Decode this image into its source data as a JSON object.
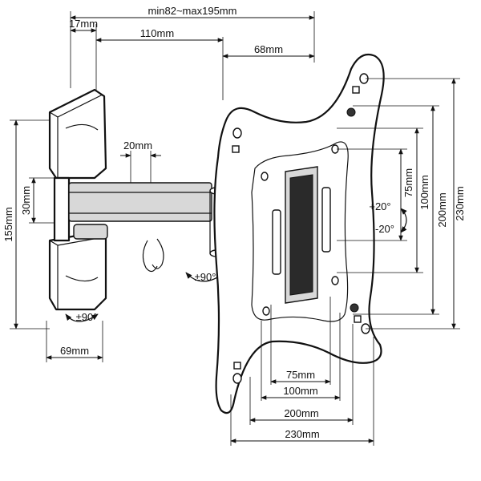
{
  "dimensions": {
    "top_range": "min82~max195mm",
    "top_left": "17mm",
    "top_middle": "110mm",
    "top_right": "68mm",
    "arm_thickness": "20mm",
    "arm_height": "30mm",
    "wall_plate_height": "155mm",
    "wall_plate_width": "69mm",
    "vesa_h_75": "75mm",
    "vesa_h_100": "100mm",
    "vesa_h_200": "200mm",
    "vesa_h_230": "230mm",
    "vesa_v_75": "75mm",
    "vesa_v_100": "100mm",
    "vesa_v_200": "200mm",
    "vesa_v_230": "230mm"
  },
  "rotations": {
    "wall_swivel": "±90°",
    "arm_swivel": "±90°",
    "tilt_up": "+20°",
    "tilt_down": "-20°"
  }
}
